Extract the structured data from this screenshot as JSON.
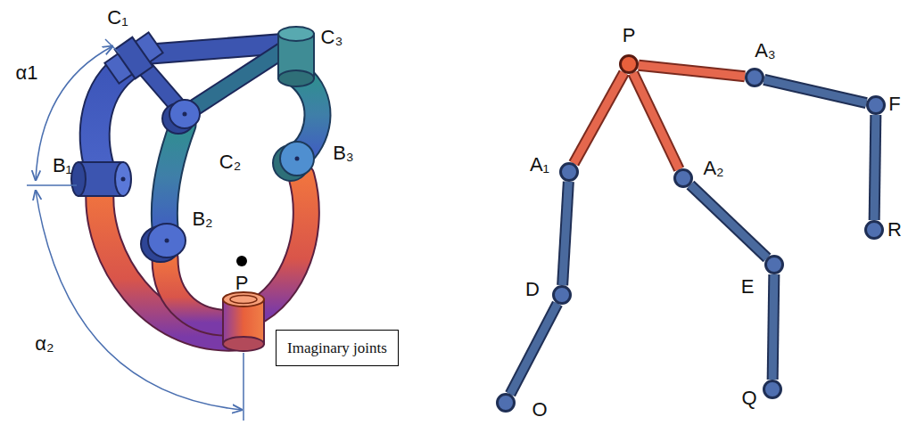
{
  "diagram": {
    "nodes": [
      {
        "text": [
          "Imaginary joints"
        ]
      },
      {
        "text": [
          "P"
        ]
      },
      {
        "text": [
          "A₃"
        ]
      },
      {
        "text": [
          "F"
        ]
      },
      {
        "text": [
          "A₁"
        ]
      },
      {
        "text": [
          "A₂"
        ]
      },
      {
        "text": [
          "R"
        ]
      },
      {
        "text": [
          "E"
        ]
      },
      {
        "text": [
          "D"
        ]
      },
      {
        "text": [
          "Q"
        ]
      },
      {
        "text": [
          "O"
        ]
      }
    ],
    "edges": [
      {
        "from": 1,
        "to": 4,
        "arrow": "none"
      },
      {
        "from": 4,
        "to": 8,
        "arrow": "none"
      },
      {
        "from": 8,
        "to": 10,
        "arrow": "none"
      },
      {
        "from": 1,
        "to": 5,
        "arrow": "none"
      },
      {
        "from": 5,
        "to": 7,
        "arrow": "none"
      },
      {
        "from": 7,
        "to": 9,
        "arrow": "none"
      },
      {
        "from": 1,
        "to": 2,
        "arrow": "none"
      },
      {
        "from": 2,
        "to": 3,
        "arrow": "none"
      },
      {
        "from": 3,
        "to": 6,
        "arrow": "none"
      }
    ],
    "labels": [
      "C₁",
      "C₃",
      "α1",
      "B₁",
      "C₂",
      "B₃",
      "B₂",
      "P",
      "α₂"
    ]
  }
}
